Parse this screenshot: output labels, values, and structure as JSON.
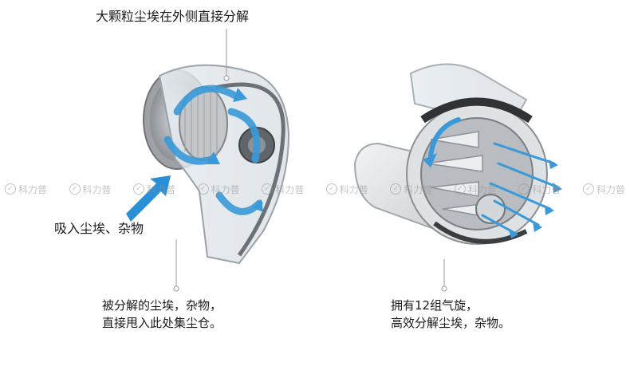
{
  "captions": {
    "top": "大颗粒尘埃在外侧直接分解",
    "left": "吸入尘埃、杂物",
    "bottom_left_line1": "被分解的尘埃，杂物，",
    "bottom_left_line2": "直接甩入此处集尘仓。",
    "bottom_right_line1": "拥有12组气旋，",
    "bottom_right_line2": "高效分解尘埃，杂物。"
  },
  "watermark": {
    "text": "科力普",
    "repeat": 10
  },
  "colors": {
    "airflow_blue": "#3a9ad9",
    "arrow_blue": "#2b8fd6",
    "body_grey": "#b9bcc0",
    "filter_grey": "#8e9297"
  },
  "icons": [
    "leader-line",
    "leader-dot",
    "airflow-arrow",
    "watermark-logo"
  ]
}
